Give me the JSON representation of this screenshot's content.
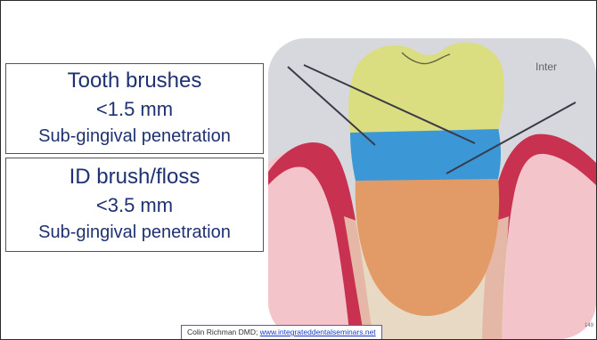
{
  "box1": {
    "line1": "Tooth brushes",
    "line2": "<1.5 mm",
    "line3": "Sub-gingival penetration"
  },
  "box2": {
    "line1": "ID  brush/floss",
    "line2": "<3.5 mm",
    "line3": "Sub-gingival penetration"
  },
  "image": {
    "label": "Inter"
  },
  "footer": {
    "author": "Colin Richman DMD;",
    "link": "www.integrateddentalseminars.net"
  },
  "slide_number": "149",
  "colors": {
    "text_blue": "#1f3170",
    "enamel_yellow": "#d9dc74",
    "crown_blue": "#2b8fd2",
    "root_orange": "#e0945a",
    "gingiva_red": "#c8203c",
    "gingiva_pink": "#f3bcc3"
  }
}
